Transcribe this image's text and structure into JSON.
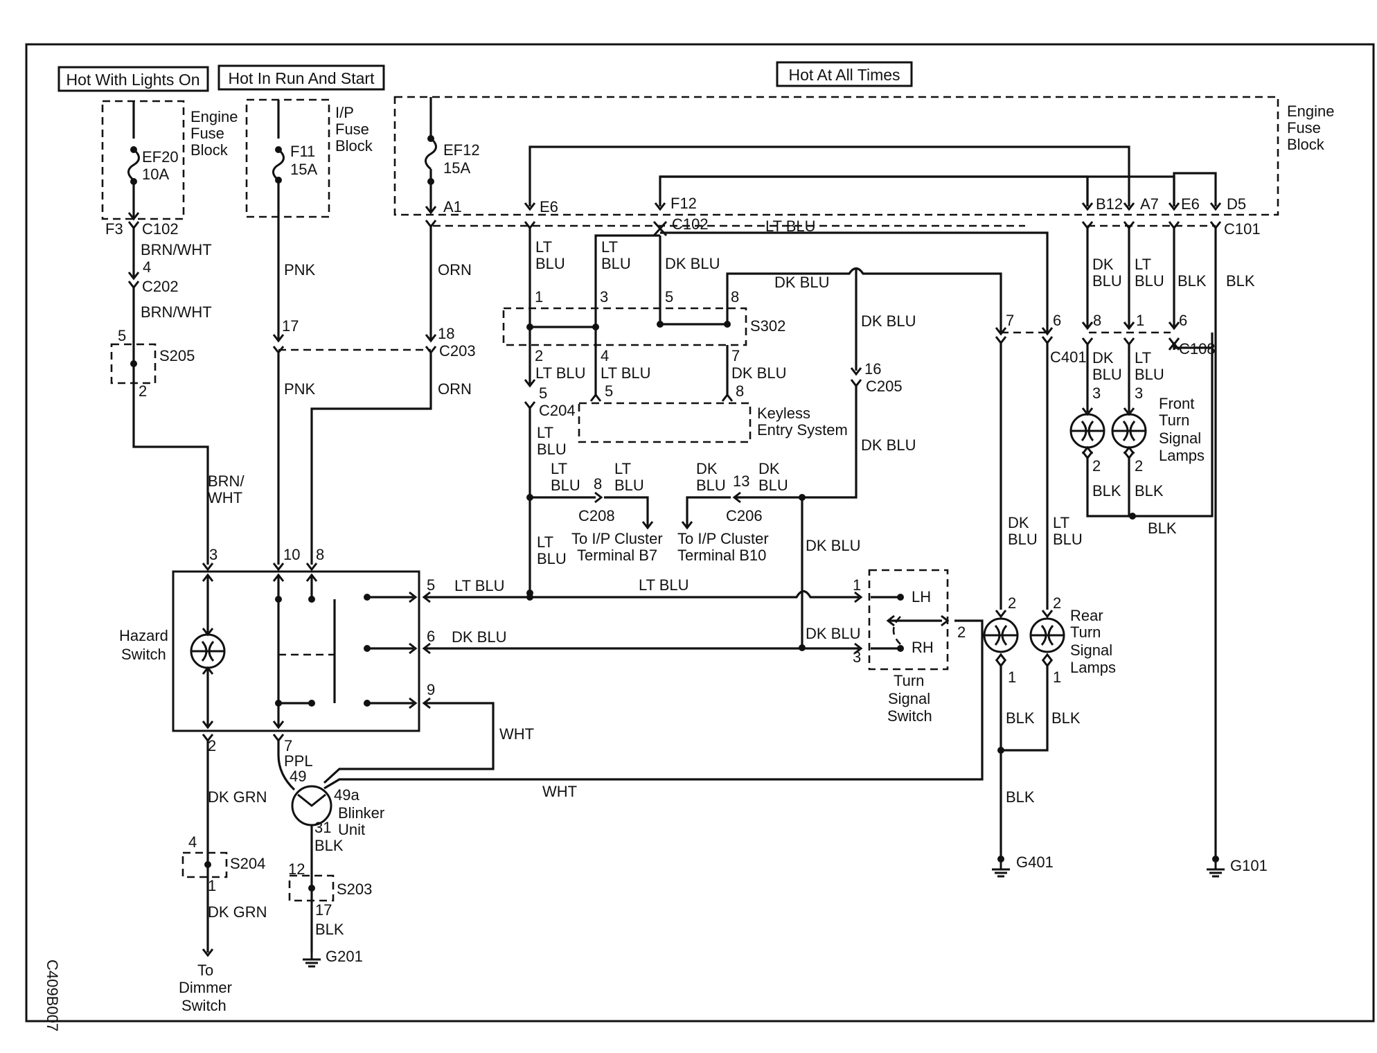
{
  "headers": {
    "lights_on": "Hot With Lights On",
    "run_start": "Hot In Run And Start",
    "all_times": "Hot At All Times"
  },
  "fuse_blocks": {
    "engine_left": [
      "Engine",
      "Fuse",
      "Block"
    ],
    "ip": [
      "I/P",
      "Fuse",
      "Block"
    ],
    "engine_right": [
      "Engine",
      "Fuse",
      "Block"
    ]
  },
  "fuses": {
    "ef20": [
      "EF20",
      "10A"
    ],
    "f11": [
      "F11",
      "15A"
    ],
    "ef12": [
      "EF12",
      "15A"
    ]
  },
  "connectors": {
    "f3": "F3",
    "c102_left": "C102",
    "c202": "C202",
    "s205": "S205",
    "c203": "C203",
    "a1": "A1",
    "e6": "E6",
    "f12": "F12",
    "c102_mid": "C102",
    "s302": "S302",
    "c204": "C204",
    "c205": "C205",
    "c208": "C208",
    "c206": "C206",
    "b12": "B12",
    "a7": "A7",
    "e6_right": "E6",
    "d5": "D5",
    "c101": "C101",
    "c401": "C401",
    "c108": "C108",
    "s204": "S204",
    "s203": "S203",
    "g201": "G201",
    "g401": "G401",
    "g101": "G101"
  },
  "pins": {
    "p4_c202": "4",
    "p5_s205": "5",
    "p2_s205": "2",
    "p17_pnk": "17",
    "p18_orn": "18",
    "p1_s302": "1",
    "p3_s302": "3",
    "p5_s302": "5",
    "p8_s302": "8",
    "p2_s302_out": "2",
    "p4_s302_out": "4",
    "p7_s302_out": "7",
    "p5_c204": "5",
    "p5_keyless": "5",
    "p8_keyless": "8",
    "p16_c205": "16",
    "p8_c208": "8",
    "p13_c206": "13",
    "p7_c401": "7",
    "p6_c401": "6",
    "p8_c108": "8",
    "p1_c108": "1",
    "p6_c108": "6",
    "p3_front_l": "3",
    "p3_front_r": "3",
    "p2_front_l": "2",
    "p2_front_r": "2",
    "p3_hazard": "3",
    "p10_hazard": "10",
    "p8_hazard": "8",
    "p5_hazard": "5",
    "p6_hazard": "6",
    "p9_hazard": "9",
    "p2_hazard": "2",
    "p7_hazard": "7",
    "p1_turn": "1",
    "p2_turn": "2",
    "p3_turn": "3",
    "p2_rear_l": "2",
    "p2_rear_r": "2",
    "p1_rear_l": "1",
    "p1_rear_r": "1",
    "p4_s204": "4",
    "p1_s204": "1",
    "p12_s203": "12",
    "p17_s203": "17",
    "p49": "49",
    "p49a": "49a",
    "p31": "31"
  },
  "wires": {
    "brn_wht": "BRN/WHT",
    "brn_wht_2": "BRN/WHT",
    "brn_wht_split": [
      "BRN/",
      "WHT"
    ],
    "pnk": "PNK",
    "pnk_2": "PNK",
    "orn": "ORN",
    "orn_2": "ORN",
    "lt_blu_pair": [
      "LT",
      "BLU"
    ],
    "lt_blu": "LT BLU",
    "lt_blu_run": "LT BLU",
    "dk_blu": "DK BLU",
    "dk_blu_pair": [
      "DK",
      "BLU"
    ],
    "lt_blu_s302_2": "LT BLU",
    "lt_blu_s302_4": "LT BLU",
    "dk_blu_s302_7": "DK BLU",
    "lt_blu_top": "LT BLU",
    "dk_blu_top": "DK BLU",
    "dk_blu_mid": "DK BLU",
    "dk_blu_c205": "DK BLU",
    "dk_blu_c206_down": "DK BLU",
    "dk_blu_h6": "DK BLU",
    "lt_blu_h5": "LT BLU",
    "lt_blu_h5_b": "LT BLU",
    "dk_blu_front": [
      "DK",
      "BLU"
    ],
    "lt_blu_front": [
      "LT",
      "BLU"
    ],
    "dk_blu_front_lo": [
      "DK",
      "BLU"
    ],
    "lt_blu_front_lo": [
      "LT",
      "BLU"
    ],
    "blk": "BLK",
    "blk_2": "BLK",
    "blk_front_l": "BLK",
    "blk_front_r": "BLK",
    "blk_front_bus": "BLK",
    "dk_blu_rear": [
      "DK",
      "BLU"
    ],
    "lt_blu_rear": [
      "LT",
      "BLU"
    ],
    "blk_rear_l": "BLK",
    "blk_rear_r": "BLK",
    "blk_g401": "BLK",
    "wht": "WHT",
    "wht_2": "WHT",
    "ppl": "PPL",
    "dk_grn": "DK GRN",
    "dk_grn_2": "DK GRN",
    "blk_31": "BLK",
    "blk_g201": "BLK"
  },
  "components": {
    "keyless": [
      "Keyless",
      "Entry System"
    ],
    "cluster_b7": [
      "To I/P Cluster",
      "Terminal B7"
    ],
    "cluster_b10": [
      "To I/P Cluster",
      "Terminal B10"
    ],
    "front_lamps": [
      "Front",
      "Turn",
      "Signal",
      "Lamps"
    ],
    "rear_lamps": [
      "Rear",
      "Turn",
      "Signal",
      "Lamps"
    ],
    "hazard": [
      "Hazard",
      "Switch"
    ],
    "turn_switch": [
      "Turn",
      "Signal",
      "Switch"
    ],
    "lh": "LH",
    "rh": "RH",
    "blinker": [
      "Blinker",
      "Unit"
    ],
    "dimmer": [
      "To",
      "Dimmer",
      "Switch"
    ]
  },
  "figure_code": "C409B007"
}
